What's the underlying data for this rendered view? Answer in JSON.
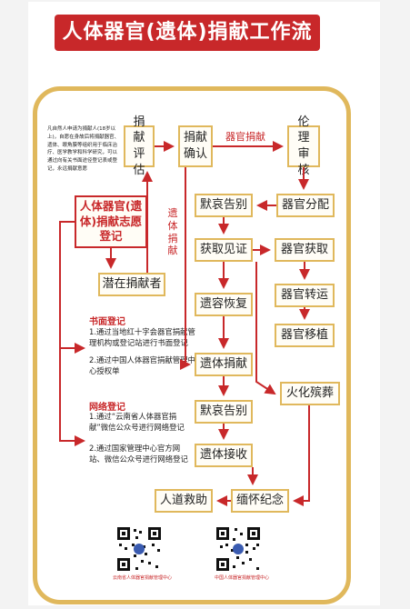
{
  "title": "人体器官(遗体)捐献工作流程",
  "note": "凡自然人申请为捐献人(18岁以上)，自愿在身故后将捐献器官、遗体、眼角膜等组织用于临床治疗、医学教学和科学研究，可以通过向有关书面途径登记表或登记，永远捐献意愿",
  "boxes": {
    "register": "人体器官(遗体)捐献志愿登记",
    "potential": "潜在捐献者",
    "evaluate": "捐献评估",
    "confirm": "捐献确认",
    "ethics": "伦理审核",
    "mourn1": "默哀告别",
    "allocate": "器官分配",
    "witness": "获取见证",
    "obtain": "器官获取",
    "restore": "遗容恢复",
    "transport": "器官转运",
    "transplant": "器官移植",
    "body_donation": "遗体捐献",
    "cremation": "火化殡葬",
    "mourn2": "默哀告别",
    "receive": "遗体接收",
    "relief": "人道救助",
    "memorial": "缅怀纪念"
  },
  "labels": {
    "organ_donation": "器官捐献",
    "body_donation_vertical": "遗体捐献"
  },
  "written": {
    "title": "书面登记",
    "line1": "1.通过当地红十字会器官捐献管理机构或登记站进行书面登记",
    "line2": "2.通过中国人体器官捐献管理中心授权单"
  },
  "online": {
    "title": "网络登记",
    "line1": "1.通过“云南省人体器官捐献”微信公众号进行网络登记",
    "line2": "2.通过国家管理中心官方网站、微信公众号进行网络登记"
  },
  "qr": {
    "left_caption": "云南省人体器官捐献管理中心",
    "right_caption": "中国人体器官捐献管理中心"
  },
  "colors": {
    "accent": "#c8282a",
    "frame": "#e0b85c"
  }
}
